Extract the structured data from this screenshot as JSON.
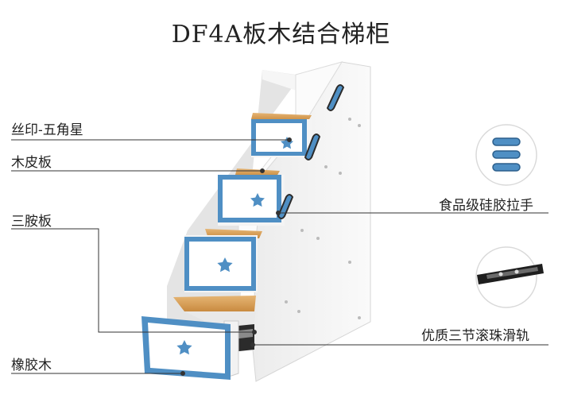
{
  "title": "DF4A板木结合梯柜",
  "callouts": {
    "silkscreen_star": "丝印-五角星",
    "wood_veneer": "木皮板",
    "melamine_board": "三胺板",
    "rubber_wood": "橡胶木",
    "silicone_handle": "食品级硅胶拉手",
    "slide_rail": "优质三节滚珠滑轨"
  },
  "colors": {
    "drawer_blue": "#4f8fc4",
    "cabinet_white": "#f2f2f2",
    "wood": "#d9a35b",
    "line": "#333333"
  }
}
